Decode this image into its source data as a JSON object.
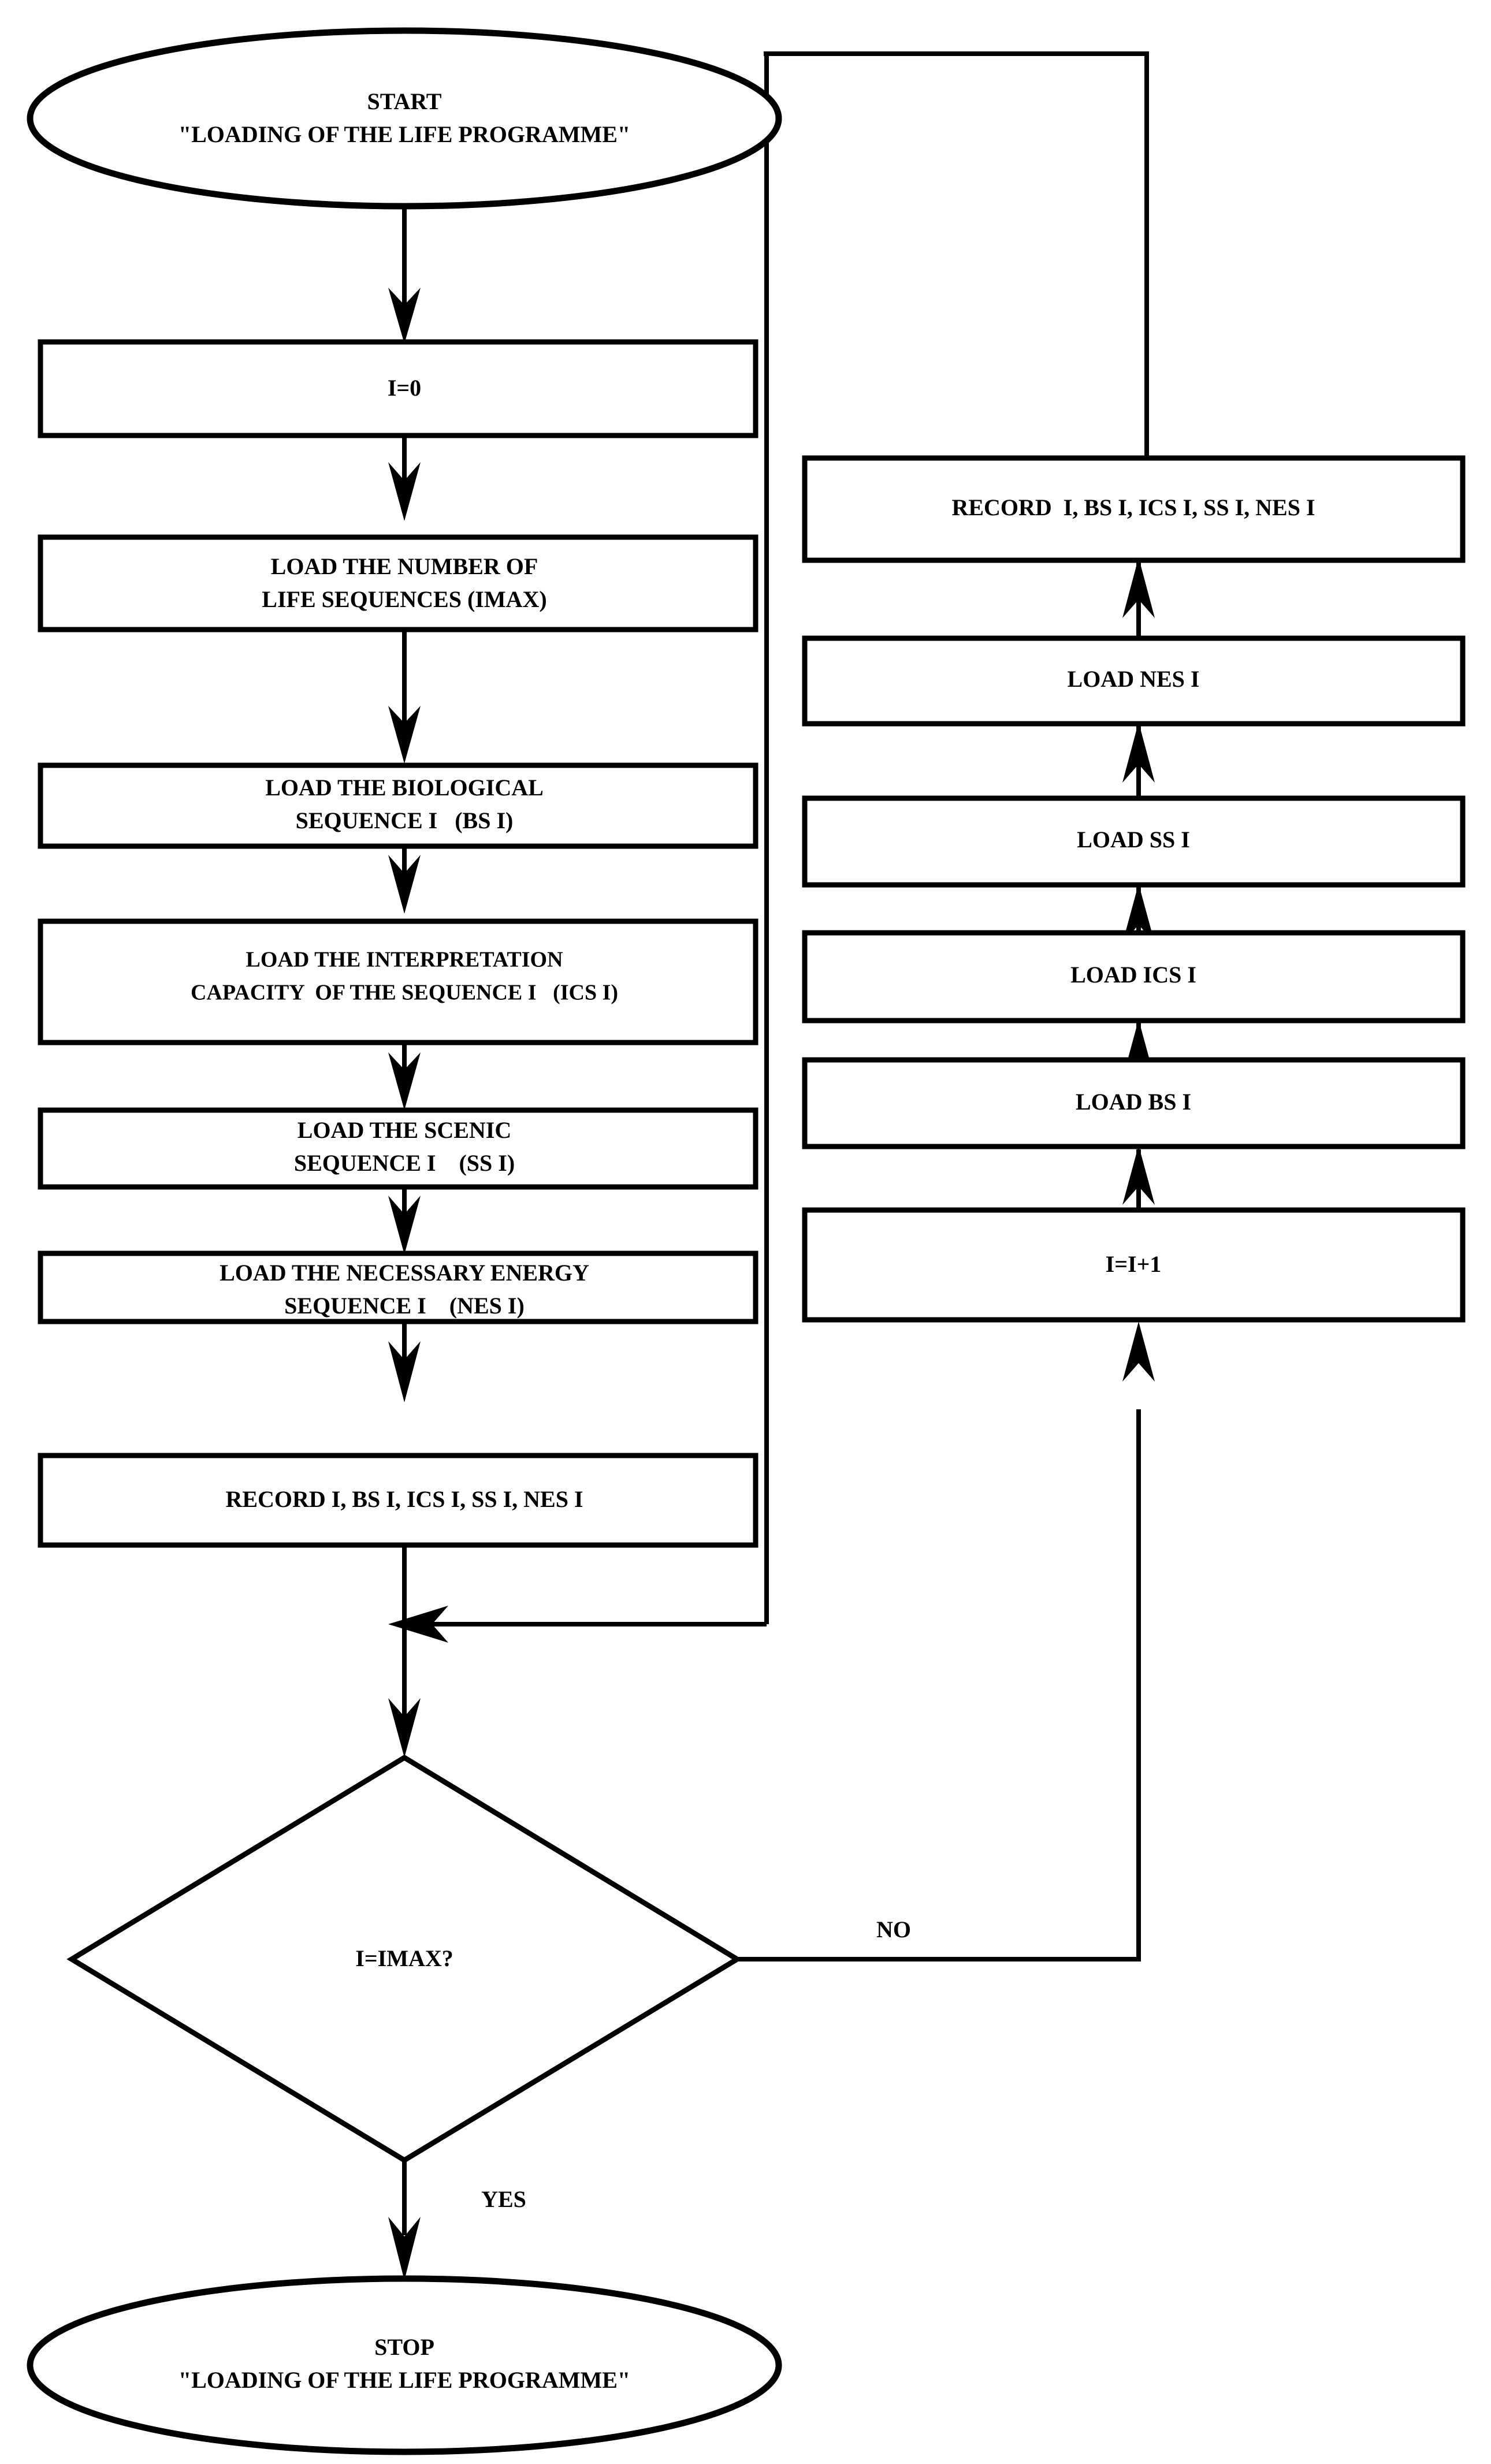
{
  "diagram": {
    "title": "Loading of the Life Programme flowchart",
    "type": "flowchart",
    "stroke_color": "#000000",
    "fill_color": "#ffffff",
    "background": "#ffffff"
  },
  "nodes": {
    "start": {
      "shape": "ellipse",
      "line1": "START",
      "line2": "\"LOADING OF THE LIFE PROGRAMME\""
    },
    "init": {
      "shape": "process",
      "line1": "I=0"
    },
    "load_imax": {
      "shape": "process",
      "line1": "LOAD THE NUMBER OF",
      "line2": "LIFE SEQUENCES (IMAX)"
    },
    "load_bs": {
      "shape": "process",
      "line1": "LOAD THE BIOLOGICAL",
      "line2": "SEQUENCE I   (BS I)"
    },
    "load_ics": {
      "shape": "process",
      "line1": "LOAD THE INTERPRETATION",
      "line2": "CAPACITY  OF THE SEQUENCE I   (ICS I)"
    },
    "load_ss": {
      "shape": "process",
      "line1": "LOAD THE SCENIC",
      "line2": "SEQUENCE I    (SS I)"
    },
    "load_nes": {
      "shape": "process",
      "line1": "LOAD THE NECESSARY ENERGY",
      "line2": "SEQUENCE I    (NES I)"
    },
    "record_left": {
      "shape": "process",
      "line1": "RECORD I, BS I, ICS I, SS I, NES I"
    },
    "decision": {
      "shape": "diamond",
      "line1": "I=IMAX?"
    },
    "stop": {
      "shape": "ellipse",
      "line1": "STOP",
      "line2": "\"LOADING OF THE LIFE PROGRAMME\""
    },
    "record_right": {
      "shape": "process",
      "line1": "RECORD  I, BS I, ICS I, SS I, NES I"
    },
    "load_nes_i": {
      "shape": "process",
      "line1": "LOAD NES I"
    },
    "load_ss_i": {
      "shape": "process",
      "line1": "LOAD SS I"
    },
    "load_ics_i": {
      "shape": "process",
      "line1": "LOAD ICS I"
    },
    "load_bs_i": {
      "shape": "process",
      "line1": "LOAD BS I"
    },
    "increment": {
      "shape": "process",
      "line1": "I=I+1"
    }
  },
  "edge_labels": {
    "no": "NO",
    "yes": "YES"
  },
  "chart_data": {
    "type": "flowchart",
    "title": "LOADING OF THE LIFE PROGRAMME",
    "nodes": [
      {
        "id": "start",
        "type": "terminator",
        "text": "START \"LOADING OF THE LIFE PROGRAMME\""
      },
      {
        "id": "init",
        "type": "process",
        "text": "I=0"
      },
      {
        "id": "load_imax",
        "type": "process",
        "text": "LOAD THE NUMBER OF LIFE SEQUENCES (IMAX)"
      },
      {
        "id": "load_bs",
        "type": "process",
        "text": "LOAD THE BIOLOGICAL SEQUENCE I   (BS I)"
      },
      {
        "id": "load_ics",
        "type": "process",
        "text": "LOAD THE INTERPRETATION CAPACITY  OF THE SEQUENCE I   (ICS I)"
      },
      {
        "id": "load_ss",
        "type": "process",
        "text": "LOAD THE SCENIC SEQUENCE I    (SS I)"
      },
      {
        "id": "load_nes",
        "type": "process",
        "text": "LOAD THE NECESSARY ENERGY SEQUENCE I    (NES I)"
      },
      {
        "id": "record_left",
        "type": "process",
        "text": "RECORD I, BS I, ICS I, SS I, NES I"
      },
      {
        "id": "decision",
        "type": "decision",
        "text": "I=IMAX?"
      },
      {
        "id": "stop",
        "type": "terminator",
        "text": "STOP \"LOADING OF THE LIFE PROGRAMME\""
      },
      {
        "id": "increment",
        "type": "process",
        "text": "I=I+1"
      },
      {
        "id": "load_bs_i",
        "type": "process",
        "text": "LOAD BS I"
      },
      {
        "id": "load_ics_i",
        "type": "process",
        "text": "LOAD ICS I"
      },
      {
        "id": "load_ss_i",
        "type": "process",
        "text": "LOAD SS I"
      },
      {
        "id": "load_nes_i",
        "type": "process",
        "text": "LOAD NES I"
      },
      {
        "id": "record_right",
        "type": "process",
        "text": "RECORD  I, BS I, ICS I, SS I, NES I"
      }
    ],
    "edges": [
      {
        "from": "start",
        "to": "init",
        "label": ""
      },
      {
        "from": "init",
        "to": "load_imax",
        "label": ""
      },
      {
        "from": "load_imax",
        "to": "load_bs",
        "label": ""
      },
      {
        "from": "load_bs",
        "to": "load_ics",
        "label": ""
      },
      {
        "from": "load_ics",
        "to": "load_ss",
        "label": ""
      },
      {
        "from": "load_ss",
        "to": "load_nes",
        "label": ""
      },
      {
        "from": "load_nes",
        "to": "record_left",
        "label": ""
      },
      {
        "from": "record_left",
        "to": "decision",
        "label": ""
      },
      {
        "from": "decision",
        "to": "stop",
        "label": "YES"
      },
      {
        "from": "decision",
        "to": "increment",
        "label": "NO"
      },
      {
        "from": "increment",
        "to": "load_bs_i",
        "label": ""
      },
      {
        "from": "load_bs_i",
        "to": "load_ics_i",
        "label": ""
      },
      {
        "from": "load_ics_i",
        "to": "load_ss_i",
        "label": ""
      },
      {
        "from": "load_ss_i",
        "to": "load_nes_i",
        "label": ""
      },
      {
        "from": "load_nes_i",
        "to": "record_right",
        "label": ""
      },
      {
        "from": "record_right",
        "to": "decision",
        "label": ""
      }
    ]
  }
}
